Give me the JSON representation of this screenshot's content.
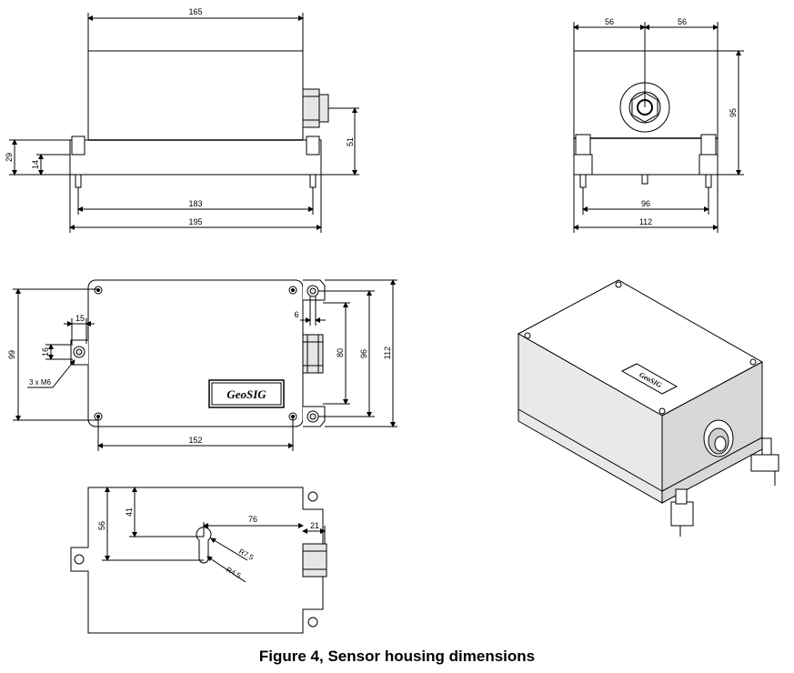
{
  "caption": "Figure 4, Sensor housing dimensions",
  "logo_text": "GeoSIG",
  "views": {
    "front": {
      "d_top": "165",
      "d_left_outer": "29",
      "d_left_inner": "14",
      "d_right": "51",
      "d_inner": "183",
      "d_outer": "195"
    },
    "side": {
      "d_left": "56",
      "d_right": "56",
      "d_height": "95",
      "d_inner": "96",
      "d_outer": "112"
    },
    "top": {
      "d_left": "99",
      "d_tab_w": "15",
      "d_tab_h": "16",
      "d_thread": "3 x M6",
      "d_bottom": "152",
      "d_slot": "6",
      "d_80": "80",
      "d_96": "96",
      "d_112": "112"
    },
    "bottom": {
      "d_56": "56",
      "d_41": "41",
      "d_76": "76",
      "d_21": "21",
      "d_r75": "R7.5",
      "d_r45": "R4.5"
    }
  },
  "colors": {
    "line": "#000000",
    "shade": "#e6e6e6",
    "shade_dark": "#cfcfcf"
  }
}
